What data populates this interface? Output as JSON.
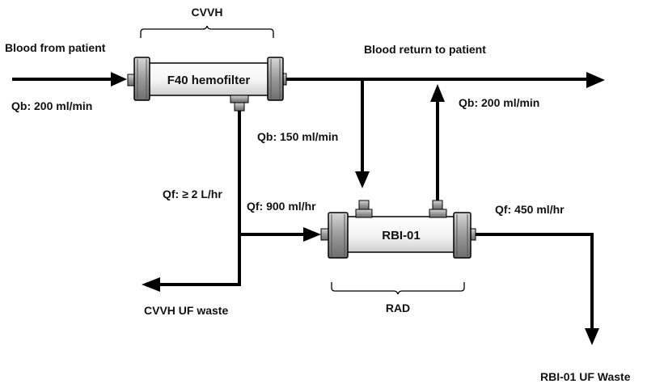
{
  "labels": {
    "cvvh": "CVVH",
    "rad": "RAD",
    "blood_from_patient": "Blood from patient",
    "blood_return": "Blood return to  patient",
    "qb_in": "Qb: 200 ml/min",
    "qb_out": "Qb: 200 ml/min",
    "qb_branch": "Qb: 150 ml/min",
    "qf_cvvh": "Qf: ≥ 2 L/hr",
    "qf_branch": "Qf: 900 ml/hr",
    "qf_rbi": "Qf: 450 ml/hr",
    "cvvh_waste": "CVVH UF waste",
    "rbi_waste": "RBI-01 UF Waste"
  },
  "components": {
    "hemofilter": "F40 hemofilter",
    "rbi": "RBI-01"
  }
}
